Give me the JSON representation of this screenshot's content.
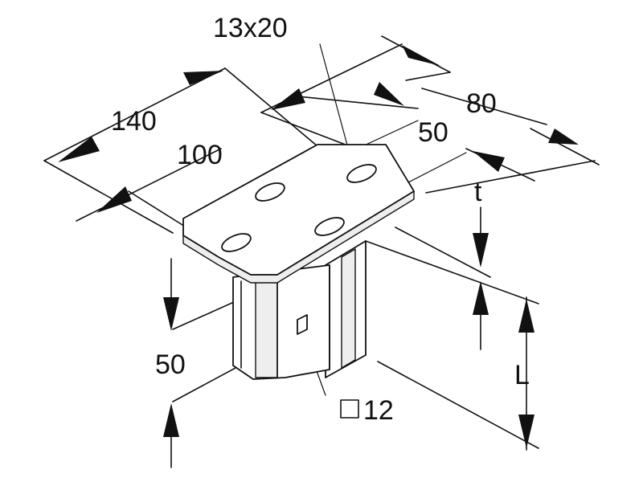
{
  "dimensions": {
    "slot": "13x20",
    "length_outer": "140",
    "length_hole_spacing": "100",
    "width_outer": "80",
    "width_hole_spacing": "50",
    "thickness": "t",
    "profile_height": "50",
    "length_L": "L",
    "square_hole": "12"
  }
}
